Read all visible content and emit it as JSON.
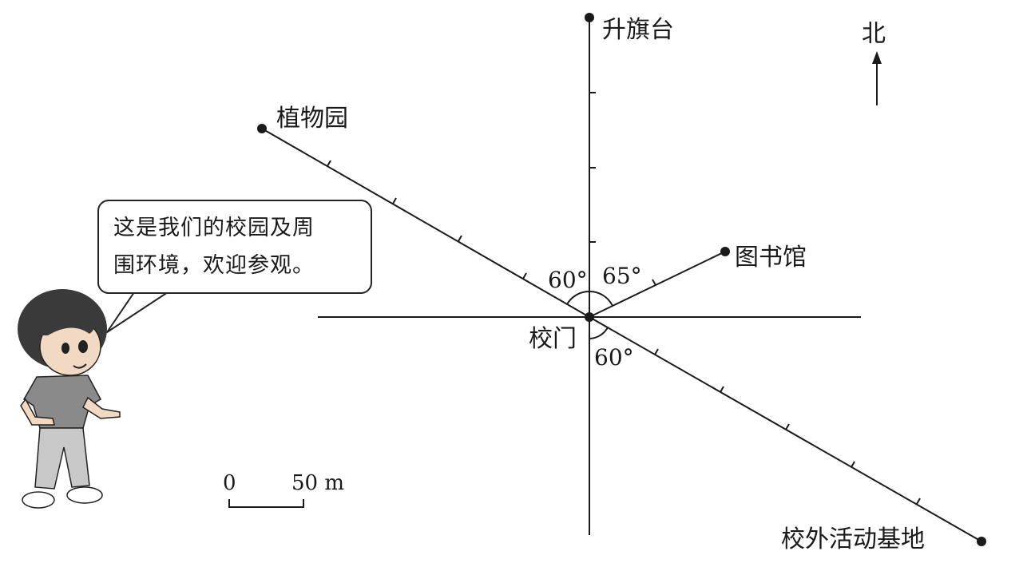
{
  "places": {
    "flag_platform": "升旗台",
    "botanical_garden": "植物园",
    "library": "图书馆",
    "school_gate": "校门",
    "outdoor_base": "校外活动基地"
  },
  "north_label": "北",
  "angles": {
    "garden_angle": "60°",
    "library_angle": "65°",
    "base_angle": "60°"
  },
  "scale": {
    "zero": "0",
    "fifty": "50 m"
  },
  "speech": {
    "line1": "这是我们的校园及周",
    "line2": "围环境，欢迎参观。"
  },
  "colors": {
    "ink": "#1a1a1a",
    "skin": "#f2d9c4",
    "hair": "#3a3a3a",
    "shirt": "#8a8a8a",
    "pants": "#c8c8c8"
  }
}
